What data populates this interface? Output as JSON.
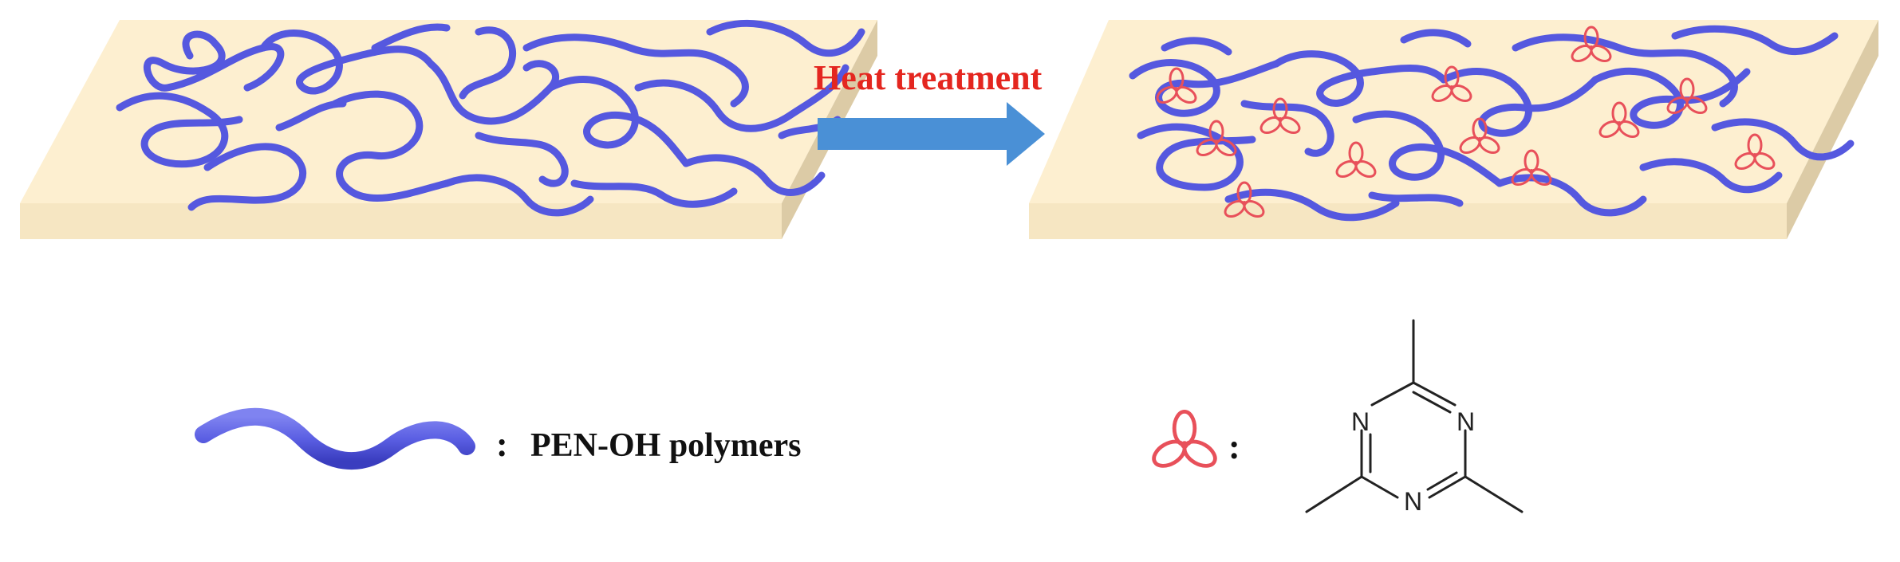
{
  "diagram": {
    "process_label": "Heat treatment",
    "legend": {
      "polymer_separator": ":",
      "polymer_label": "PEN-OH polymers",
      "crosslink_separator": ":",
      "crosslink_icon": "triazine-crosslink-icon",
      "triazine_atoms": [
        "N",
        "N",
        "N"
      ]
    },
    "colors": {
      "polymer": "#5b5fe3",
      "polymer_dark": "#3b3ec4",
      "substrate_top": "#fdefd0",
      "substrate_side": "#dccba6",
      "substrate_front": "#f6e6c2",
      "arrow": "#4a90d6",
      "label": "#e4261f",
      "crosslink": "#e8505a"
    }
  }
}
